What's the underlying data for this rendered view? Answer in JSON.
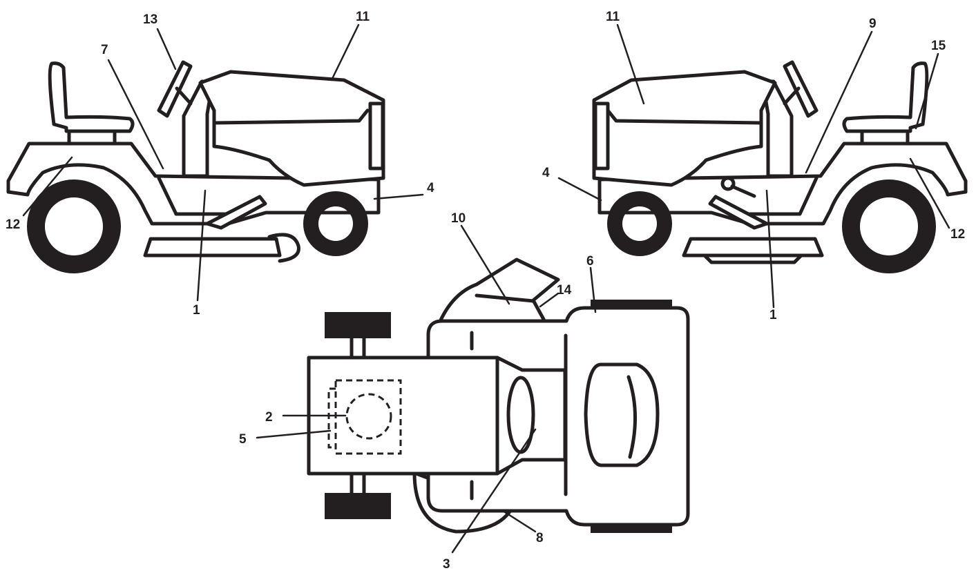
{
  "diagram": {
    "colors": {
      "ink": "#231f20",
      "fill": "#ffffff"
    },
    "views": {
      "left_side": {
        "callouts": [
          "13",
          "11",
          "7",
          "4",
          "12",
          "1"
        ]
      },
      "right_side": {
        "callouts": [
          "11",
          "9",
          "15",
          "4",
          "12",
          "1"
        ]
      },
      "top": {
        "callouts": [
          "10",
          "14",
          "6",
          "2",
          "5",
          "8",
          "3"
        ]
      }
    }
  }
}
